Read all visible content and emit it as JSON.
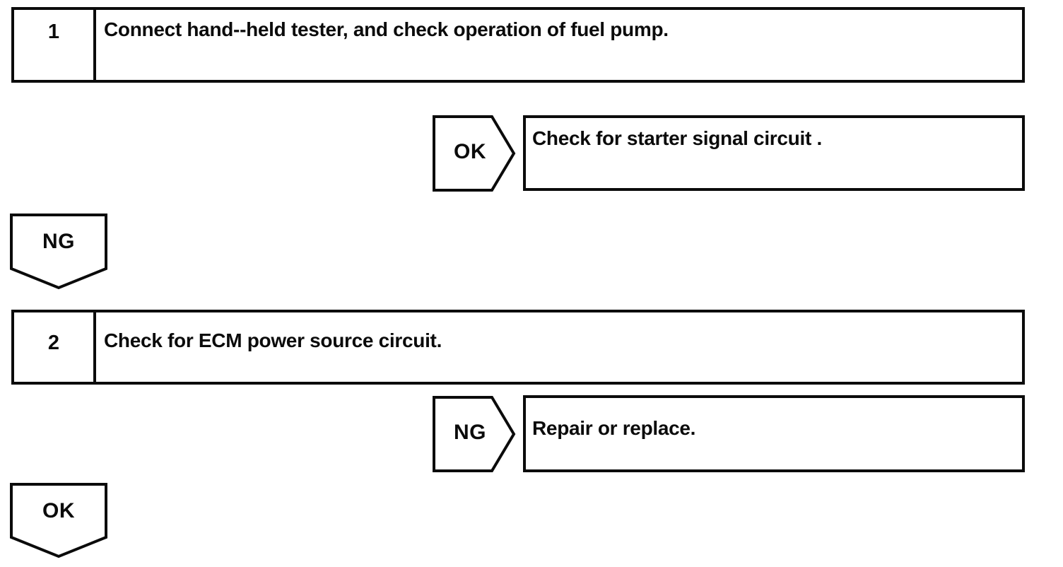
{
  "page": {
    "background": "#ffffff",
    "ink": "#0b0b0b",
    "kind": "diagnostic-troubleshooting-flowchart"
  },
  "flowchart": {
    "steps": [
      {
        "number": "1",
        "instruction": "Connect hand--held tester, and check operation of fuel pump.",
        "branch": {
          "condition": "OK",
          "action": "Check for starter signal circuit ."
        },
        "continue": {
          "condition": "NG"
        }
      },
      {
        "number": "2",
        "instruction": "Check for ECM power source circuit.",
        "branch": {
          "condition": "NG",
          "action": "Repair or replace."
        },
        "continue": {
          "condition": "OK"
        }
      }
    ]
  }
}
